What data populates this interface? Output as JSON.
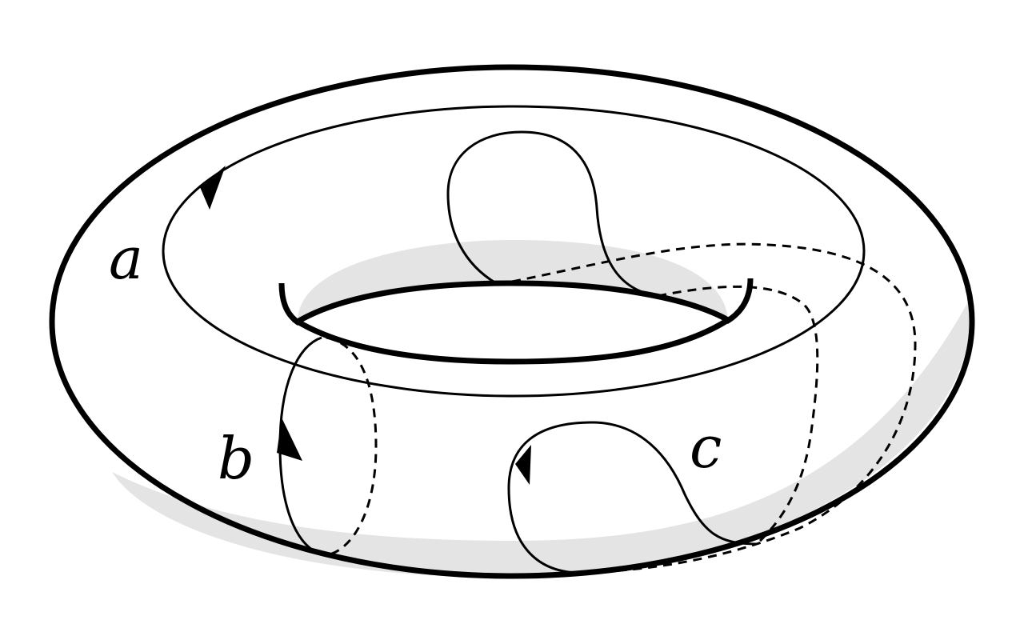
{
  "diagram": {
    "subject": "torus",
    "curves": [
      {
        "id": "a",
        "label": "a",
        "arrow": true
      },
      {
        "id": "b",
        "label": "b",
        "arrow": true
      },
      {
        "id": "c",
        "label": "c",
        "arrow": true
      }
    ],
    "hidden_line_style": "dashed",
    "colors": {
      "stroke": "#000000",
      "surface": "#ffffff",
      "shadow": "#e4e4e4"
    }
  }
}
